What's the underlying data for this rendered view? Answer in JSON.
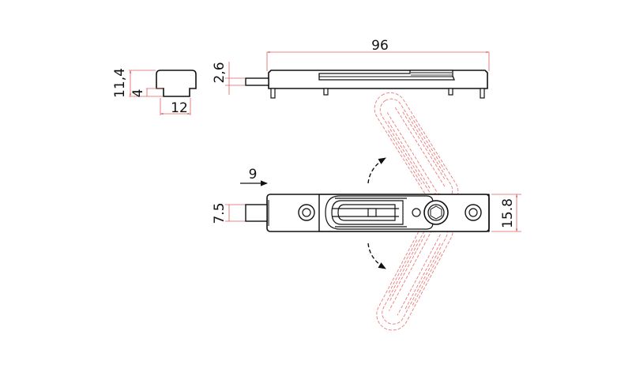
{
  "dimensions": {
    "length": "96",
    "total_height": "11,4",
    "base_height": "4",
    "width": "12",
    "plate_thickness": "2,6",
    "travel": "9",
    "pin_height": "7.5",
    "body_height": "15.8"
  },
  "colors": {
    "outline": "#111111",
    "dimension_line": "#e06060",
    "ghost_lever": "#ee7a7a",
    "background": "#ffffff"
  }
}
